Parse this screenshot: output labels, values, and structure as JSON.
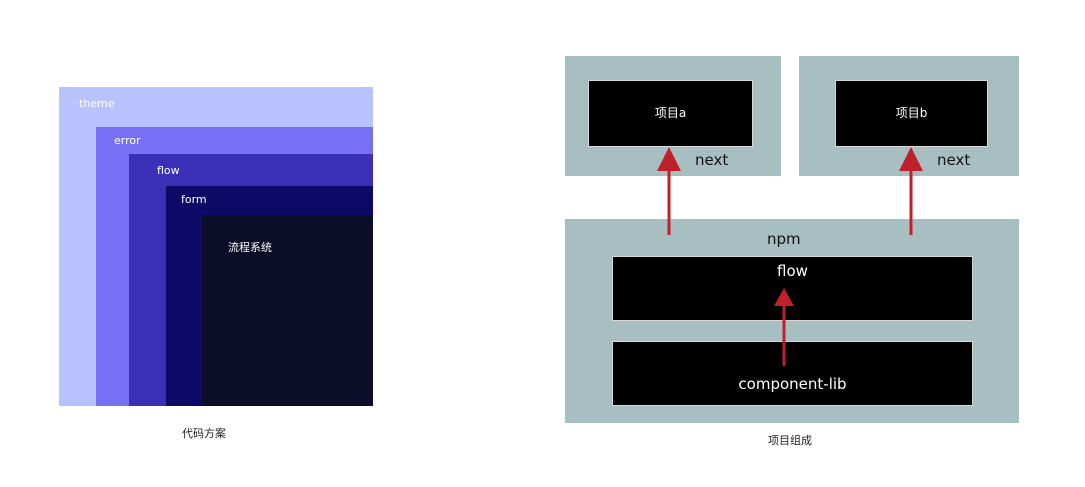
{
  "left_diagram": {
    "layers": [
      {
        "key": "theme",
        "label": "theme"
      },
      {
        "key": "error",
        "label": "error"
      },
      {
        "key": "flow",
        "label": "flow"
      },
      {
        "key": "form",
        "label": "form"
      },
      {
        "key": "core",
        "label": "流程系统"
      }
    ],
    "caption": "代码方案",
    "colors": {
      "theme": "#b8c2fd",
      "error": "#7770f5",
      "flow": "#3b2fb8",
      "form": "#0e0866",
      "core": "#0c0d26",
      "label": "#ffffff"
    }
  },
  "right_diagram": {
    "project_a": {
      "title": "项目a",
      "arrow_label": "next"
    },
    "project_b": {
      "title": "项目b",
      "arrow_label": "next"
    },
    "npm": {
      "label": "npm"
    },
    "flow_box": {
      "label": "flow"
    },
    "component_box": {
      "label": "component-lib"
    },
    "caption": "项目组成",
    "colors": {
      "panel": "#a8bfc2",
      "box": "#000000",
      "arrow": "#c0202a"
    }
  }
}
